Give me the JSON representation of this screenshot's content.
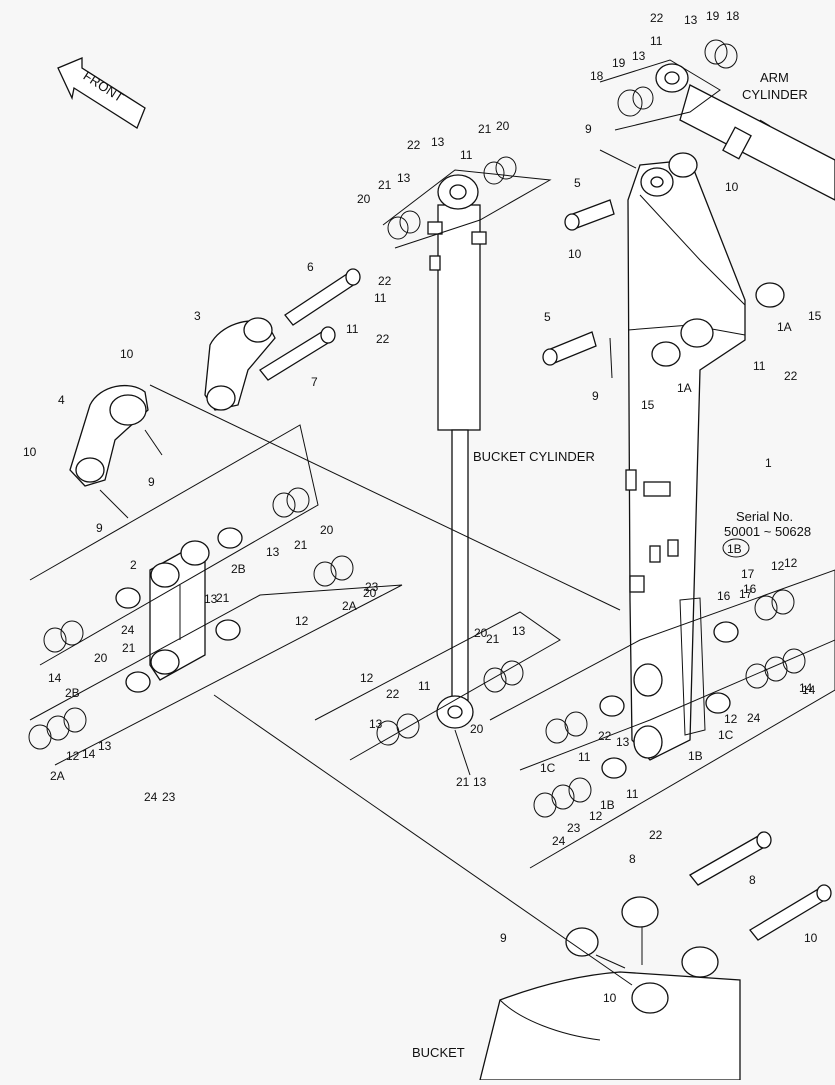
{
  "labels": {
    "front": "FRONT",
    "arm_cylinder_line1": "ARM",
    "arm_cylinder_line2": "CYLINDER",
    "bucket_cylinder": "BUCKET CYLINDER",
    "bucket": "BUCKET",
    "serial_line1": "Serial No.",
    "serial_line2": "50001 ~ 50628",
    "serial_ref": "1B"
  },
  "callouts": [
    "22",
    "13",
    "19",
    "18",
    "11",
    "13",
    "19",
    "18",
    "9",
    "5",
    "10",
    "10",
    "9",
    "5",
    "1A",
    "15",
    "11",
    "22",
    "15",
    "1A",
    "1",
    "22",
    "13",
    "11",
    "21",
    "20",
    "13",
    "21",
    "20",
    "6",
    "11",
    "22",
    "3",
    "11",
    "22",
    "7",
    "10",
    "4",
    "10",
    "9",
    "9",
    "20",
    "21",
    "13",
    "2",
    "2B",
    "13",
    "21",
    "20",
    "2A",
    "12",
    "23",
    "24",
    "14",
    "2B",
    "20",
    "21",
    "13",
    "2A",
    "12",
    "14",
    "24",
    "23",
    "12",
    "22",
    "11",
    "20",
    "21",
    "13",
    "13",
    "20",
    "21",
    "13",
    "13",
    "11",
    "22",
    "1C",
    "17",
    "12",
    "16",
    "16",
    "17",
    "12",
    "1C",
    "1B",
    "12",
    "24",
    "14",
    "14",
    "24",
    "23",
    "12",
    "1B",
    "11",
    "22",
    "8",
    "8",
    "10",
    "9",
    "10"
  ]
}
